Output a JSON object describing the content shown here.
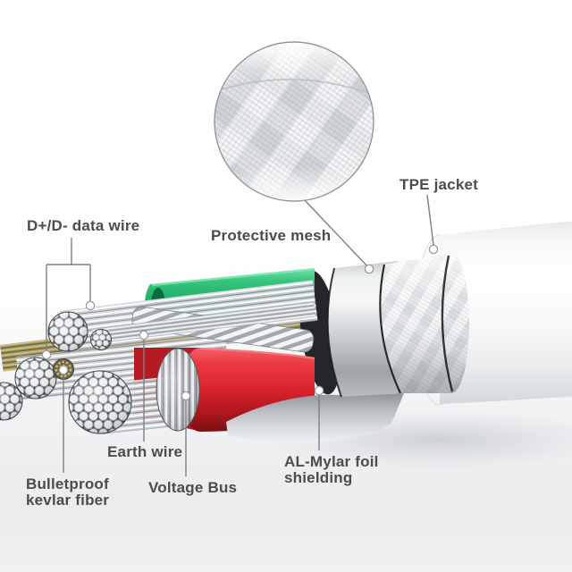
{
  "diagram": {
    "type": "usb-cable-cutaway-infographic",
    "labels": {
      "data_wire": "D+/D- data wire",
      "protective_mesh": "Protective mesh",
      "tpe_jacket": "TPE jacket",
      "earth_wire": "Earth wire",
      "bulletproof_kevlar": "Bulletproof\nkevlar fiber",
      "voltage_bus": "Voltage Bus",
      "al_mylar": "AL-Mylar foil\nshielding"
    },
    "colors": {
      "label_text": "#4a4c4e",
      "leader_line": "#7d8084",
      "green_wire": "#1aaa65",
      "red_wire": "#da222c",
      "kevlar_fiber_dot": "#cdbc72",
      "jacket_white": "#ffffff",
      "foil_silver": "#bfc3c7",
      "mesh_gray": "#e4e6e8"
    }
  }
}
